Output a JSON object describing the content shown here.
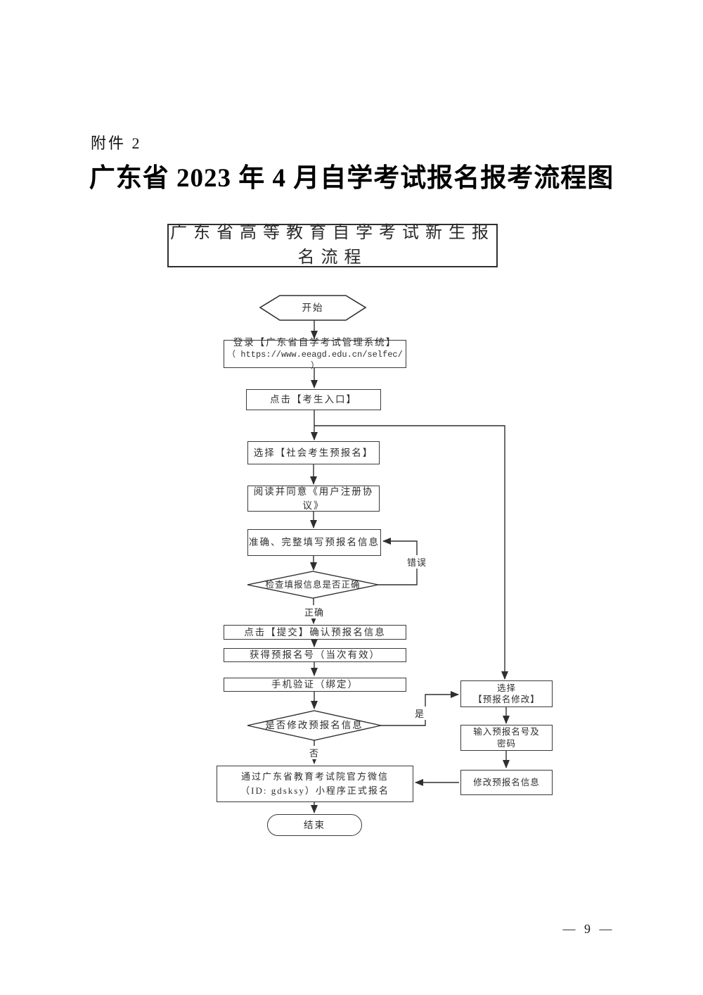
{
  "page": {
    "attachment_label": "附件 2",
    "title": "广东省 2023 年 4 月自学考试报名报考流程图",
    "page_number": "— 9 —"
  },
  "colors": {
    "line": "#2f2f2f",
    "text": "#2e2e2e",
    "title_text": "#000000",
    "background": "#ffffff"
  },
  "flowchart": {
    "title": "广东省高等教育自学考试新生报名流程",
    "nodes": {
      "start": {
        "label": "开始"
      },
      "login": {
        "line1": "登录【广东省自学考试管理系统】",
        "line2": "（ https://www.eeagd.edu.cn/selfec/ ）"
      },
      "click_entrance": {
        "label": "点击【考生入口】"
      },
      "select_preregistration": {
        "label": "选择【社会考生预报名】"
      },
      "agree_protocol": {
        "label": "阅读并同意《用户注册协议》"
      },
      "fill_info": {
        "label": "准确、完整填写预报名信息"
      },
      "check_info": {
        "label": "检查填报信息是否正确"
      },
      "submit_confirm": {
        "label": "点击【提交】确认预报名信息"
      },
      "get_number": {
        "label": "获得预报名号（当次有效）"
      },
      "phone_verify": {
        "label": "手机验证（绑定）"
      },
      "modify_question": {
        "label": "是否修改预报名信息"
      },
      "wechat_register": {
        "line1": "通过广东省教育考试院官方微信",
        "line2": "（ID: gdsksy）小程序正式报名"
      },
      "end": {
        "label": "结束"
      },
      "select_modify": {
        "line1": "选择",
        "line2": "【预报名修改】"
      },
      "input_number": {
        "line1": "输入预报名号及",
        "line2": "密码"
      },
      "modify_info": {
        "label": "修改预报名信息"
      }
    },
    "edge_labels": {
      "error": "错误",
      "correct": "正确",
      "yes": "是",
      "no": "否"
    }
  }
}
